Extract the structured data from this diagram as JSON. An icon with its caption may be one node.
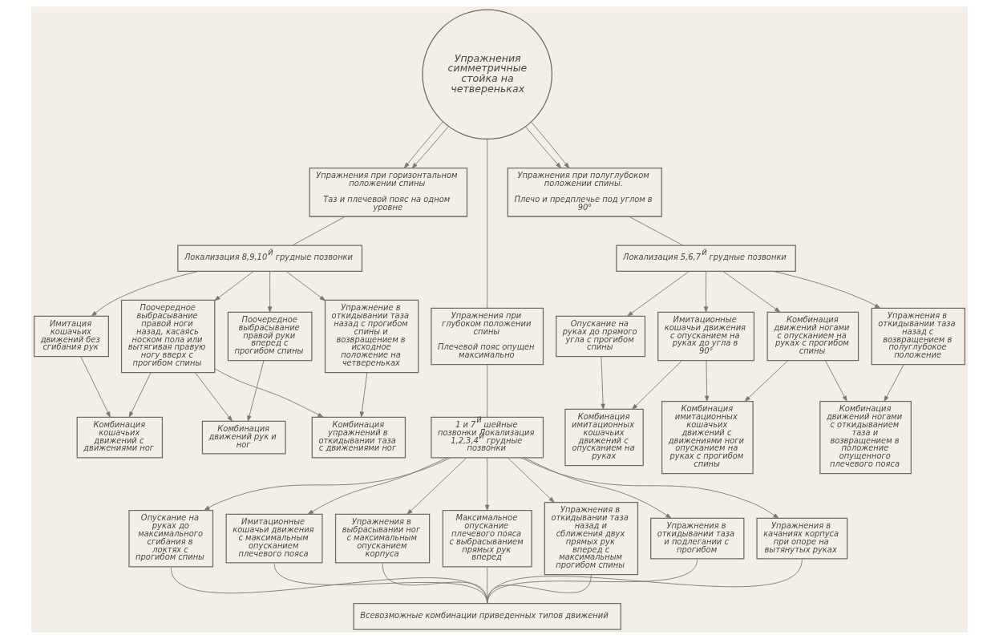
{
  "diagram": {
    "nodes": [
      {
        "text": [
          "Упражнения симметричные стойка на четвереньках"
        ]
      },
      {
        "text": [
          "Упражнения при горизонтальном положении спины",
          "Таз и плечевой пояс на одном уровне"
        ]
      },
      {
        "text": [
          "Упражнения при полуглубоком положении спины.",
          "Плечо и предплечье под углом в 90°"
        ]
      },
      {
        "text": [
          "Локализация 8,9,10$^{й}$ грудные позвонки"
        ]
      },
      {
        "text": [
          "Локализация 5,6,7$^{й}$ грудные позвонки"
        ]
      },
      {
        "text": [
          "Имитация кошачьих движений без сгибания рук"
        ]
      },
      {
        "text": [
          "Поочередное выбрасывание правой ноги назад, касаясь носком пола или вытягивая правую ногу вверх с прогибом спины"
        ]
      },
      {
        "text": [
          "Поочередное выбрасывание правой руки вперед с прогибом спины"
        ]
      },
      {
        "text": [
          "Упражнение в откидывании таза назад с прогибом спины и возвращением в исходное положение на четвереньках"
        ]
      },
      {
        "text": [
          "Опускание на руках до прямого угла с прогибом спины"
        ]
      },
      {
        "text": [
          "Имитационные кошачьи движения с опусканием на руках до угла в 90°"
        ]
      },
      {
        "text": [
          "Комбинация движений ногами с опусканием на руках с прогибом спины"
        ]
      },
      {
        "text": [
          "Упражнения в откидывании таза назад с возвращением в полуглубокое положение"
        ]
      },
      {
        "text": [
          "Упражнения при глубоком положении спины",
          "Плечевой пояс опущен максимально"
        ]
      },
      {
        "text": [
          "Комбинация кошачьих движений с движениями ног"
        ]
      },
      {
        "text": [
          "Комбинация движений рук и ног"
        ]
      },
      {
        "text": [
          "Комбинация упражнений в откидывании таза с движениями ног"
        ]
      },
      {
        "text": [
          "Комбинация имитационных кошачьих движений с опусканием на руках"
        ]
      },
      {
        "text": [
          "Комбинация имитационных кошачьих движений с движениями ноги опусканием на руках с прогибом спины"
        ]
      },
      {
        "text": [
          "Комбинация движений ногами с откидыванием таза и возвращением в положение опущенного плечевого пояса"
        ]
      },
      {
        "text": [
          "1 и 7$^{й}$ шейные позвонки Локализация 1,2,3,4$^{й}$ грудные позвонки"
        ]
      },
      {
        "text": [
          "Опускание на руках до максимального сгибания в локтях с прогибом спины"
        ]
      },
      {
        "text": [
          "Имитационные кошачьи движения с максимальным опусканием плечевого пояса"
        ]
      },
      {
        "text": [
          "Упражнения в выбрасывании ног с максимальным опусканием корпуса"
        ]
      },
      {
        "text": [
          "Максимальное опускание плечевого пояса с выбрасыванием прямых рук вперед"
        ]
      },
      {
        "text": [
          "Упражнения в откидывании таза назад и сближения двух прямых рук вперед с максимальным прогибом спины"
        ]
      },
      {
        "text": [
          "Упражнения в откидывании таза и подлегании с прогибом"
        ]
      },
      {
        "text": [
          "Упражнения в качаниях корпуса при опоре на вытянутых руках"
        ]
      },
      {
        "text": [
          "Всевозможные комбинации приведенных типов движений"
        ]
      }
    ],
    "edges": [
      {
        "from": 0,
        "to": 1,
        "arrow": "to"
      },
      {
        "from": 0,
        "to": 1,
        "arrow": "to"
      },
      {
        "from": 0,
        "to": 13,
        "arrow": "none"
      },
      {
        "from": 0,
        "to": 2,
        "arrow": "to"
      },
      {
        "from": 0,
        "to": 2,
        "arrow": "to"
      },
      {
        "from": 1,
        "to": 3,
        "arrow": "none"
      },
      {
        "from": 2,
        "to": 4,
        "arrow": "none"
      },
      {
        "from": 3,
        "to": 5,
        "arrow": "to"
      },
      {
        "from": 3,
        "to": 6,
        "arrow": "to"
      },
      {
        "from": 3,
        "to": 7,
        "arrow": "to"
      },
      {
        "from": 3,
        "to": 8,
        "arrow": "to"
      },
      {
        "from": 4,
        "to": 9,
        "arrow": "to"
      },
      {
        "from": 4,
        "to": 10,
        "arrow": "to"
      },
      {
        "from": 4,
        "to": 11,
        "arrow": "to"
      },
      {
        "from": 4,
        "to": 12,
        "arrow": "to"
      },
      {
        "from": 5,
        "to": 14,
        "arrow": "to"
      },
      {
        "from": 6,
        "to": 14,
        "arrow": "to"
      },
      {
        "from": 6,
        "to": 15,
        "arrow": "to"
      },
      {
        "from": 7,
        "to": 15,
        "arrow": "to"
      },
      {
        "from": 6,
        "to": 16,
        "arrow": "to"
      },
      {
        "from": 8,
        "to": 16,
        "arrow": "to"
      },
      {
        "from": 9,
        "to": 17,
        "arrow": "to"
      },
      {
        "from": 10,
        "to": 17,
        "arrow": "to"
      },
      {
        "from": 10,
        "to": 18,
        "arrow": "to"
      },
      {
        "from": 11,
        "to": 18,
        "arrow": "to"
      },
      {
        "from": 11,
        "to": 19,
        "arrow": "to"
      },
      {
        "from": 12,
        "to": 19,
        "arrow": "to"
      },
      {
        "from": 13,
        "to": 20,
        "arrow": "none"
      },
      {
        "from": 20,
        "to": 21,
        "arrow": "to"
      },
      {
        "from": 20,
        "to": 22,
        "arrow": "to"
      },
      {
        "from": 20,
        "to": 23,
        "arrow": "to"
      },
      {
        "from": 20,
        "to": 24,
        "arrow": "to"
      },
      {
        "from": 20,
        "to": 25,
        "arrow": "to"
      },
      {
        "from": 20,
        "to": 26,
        "arrow": "to"
      },
      {
        "from": 20,
        "to": 27,
        "arrow": "to"
      },
      {
        "from": 21,
        "to": 28,
        "arrow": "none"
      },
      {
        "from": 22,
        "to": 28,
        "arrow": "none"
      },
      {
        "from": 23,
        "to": 28,
        "arrow": "none"
      },
      {
        "from": 24,
        "to": 28,
        "arrow": "none"
      },
      {
        "from": 25,
        "to": 28,
        "arrow": "none"
      },
      {
        "from": 26,
        "to": 28,
        "arrow": "none"
      },
      {
        "from": 27,
        "to": 28,
        "arrow": "none"
      }
    ]
  }
}
